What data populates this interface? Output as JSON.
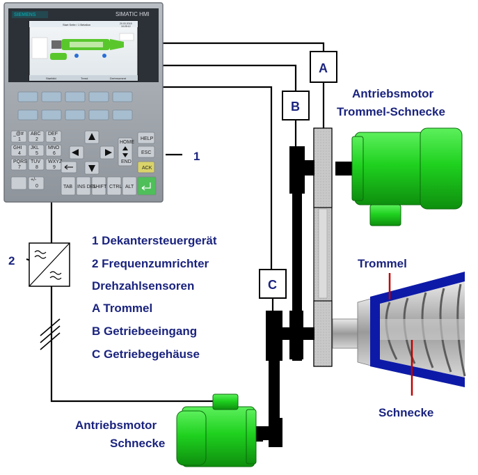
{
  "hmi": {
    "brand": "SIEMENS",
    "model": "SIMATIC HMI",
    "screen_title": "Start Seite / 1 Betatlon",
    "screen_date": "20.03.2015",
    "screen_time": "10:25:12",
    "soft_keys": [
      "Startbild",
      "Trend",
      "Drehmoment"
    ],
    "keys": {
      "help": "HELP",
      "esc": "ESC",
      "ack": "ACK",
      "tab": "TAB",
      "ins_del": "INS DEL",
      "shift": "SHIFT",
      "ctrl": "CTRL",
      "alt": "ALT",
      "home": "HOME",
      "end": "END"
    },
    "numpad": [
      {
        "top": "_@#",
        "num": "1"
      },
      {
        "top": "ABC",
        "num": "2"
      },
      {
        "top": "DEF",
        "num": "3"
      },
      {
        "top": "GHI",
        "num": "4"
      },
      {
        "top": "JKL",
        "num": "5"
      },
      {
        "top": "MNO",
        "num": "6"
      },
      {
        "top": "PQRS",
        "num": "7"
      },
      {
        "top": "TUV",
        "num": "8"
      },
      {
        "top": "WXYZ",
        "num": "9"
      },
      {
        "top": "+/-",
        "num": "0"
      }
    ]
  },
  "callouts": {
    "label_1": "1",
    "label_2": "2",
    "box_a": "A",
    "box_b": "B",
    "box_c": "C"
  },
  "legend": [
    "1 Dekantersteuergerät",
    "2 Frequenzumrichter",
    "Drehzahlsensoren",
    "A Trommel",
    "B Getriebeeingang",
    "C Getriebegehäuse"
  ],
  "labels": {
    "motor_top_line1": "Antriebsmotor",
    "motor_top_line2": "Trommel-Schnecke",
    "trommel": "Trommel",
    "schnecke": "Schnecke",
    "motor_bottom_line1": "Antriebsmotor",
    "motor_bottom_line2": "Schnecke"
  },
  "colors": {
    "label_blue": "#1a237e",
    "motor_green": "#1fd11f",
    "bowl_blue": "#0d1aa8",
    "pointer_red": "#c00000",
    "panel_gray": "#9ea4ab",
    "belt_gray": "#bdbdbd"
  }
}
